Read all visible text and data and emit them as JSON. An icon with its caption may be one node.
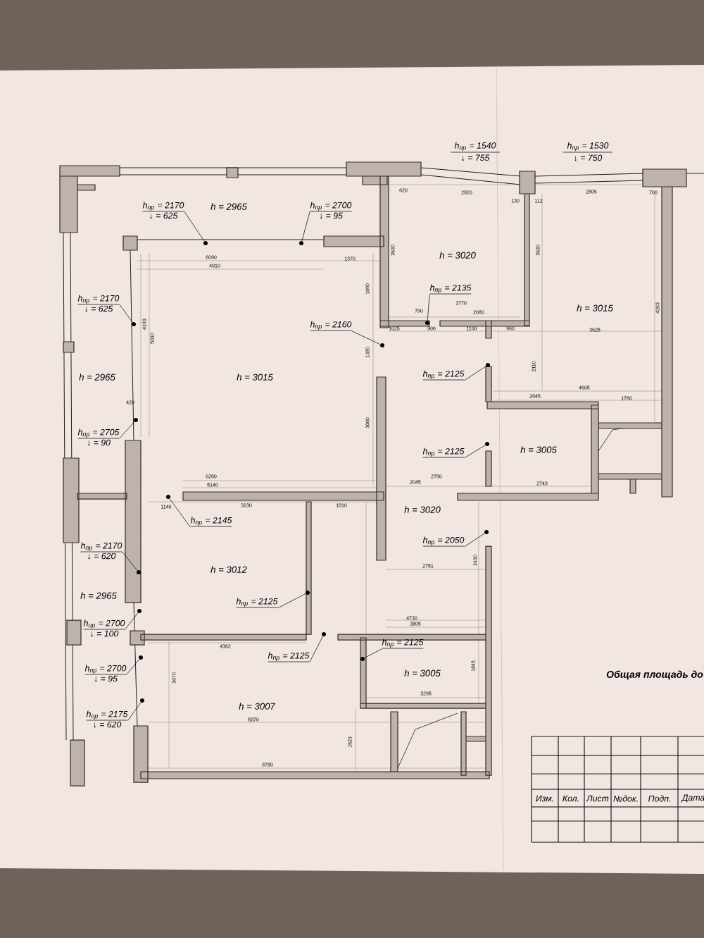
{
  "diagram": {
    "nodes": [
      {
        "text": [
          "h$_{пр}$ = 2170",
          "↓ = 625"
        ]
      },
      {
        "text": [
          "h$_{пр}$ = 2700",
          "↓ = 95"
        ]
      },
      {
        "text": [
          "h$_{пр}$ = 2170",
          "↓ = 625"
        ]
      },
      {
        "text": [
          "h$_{пр}$ = 2160"
        ]
      },
      {
        "text": [
          "h$_{пр}$ = 2135"
        ]
      },
      {
        "text": [
          "h$_{пр}$ = 2125"
        ]
      },
      {
        "text": [
          "h$_{пр}$ = 2705",
          "↓ = 90"
        ]
      },
      {
        "text": [
          "h$_{пр}$ = 2125"
        ]
      },
      {
        "text": [
          "h$_{пр}$ = 2145"
        ]
      },
      {
        "text": [
          "h$_{пр}$ = 2050"
        ]
      },
      {
        "text": [
          "h$_{пр}$ = 2170",
          "↓ = 620"
        ]
      },
      {
        "text": [
          "h$_{пр}$ = 2125"
        ]
      },
      {
        "text": [
          "h$_{пр}$ = 2700",
          "↓ = 100"
        ]
      },
      {
        "text": [
          "h$_{пр}$ = 2125"
        ]
      },
      {
        "text": [
          "h$_{пр}$ = 2125"
        ]
      },
      {
        "text": [
          "h$_{пр}$ = 2700",
          "↓ = 95"
        ]
      },
      {
        "text": [
          "h$_{пр}$ = 2175",
          "↓ = 620"
        ]
      },
      {
        "text": [],
        "shape": "circle"
      },
      {
        "text": [],
        "shape": "circle"
      },
      {
        "text": [],
        "shape": "circle"
      },
      {
        "text": [],
        "shape": "circle"
      },
      {
        "text": [],
        "shape": "circle"
      },
      {
        "text": [],
        "shape": "circle"
      },
      {
        "text": [],
        "shape": "circle"
      },
      {
        "text": [],
        "shape": "circle"
      },
      {
        "text": [],
        "shape": "circle"
      },
      {
        "text": [],
        "shape": "circle"
      },
      {
        "text": [],
        "shape": "circle"
      },
      {
        "text": [],
        "shape": "circle"
      },
      {
        "text": [],
        "shape": "circle"
      },
      {
        "text": [],
        "shape": "circle"
      },
      {
        "text": [],
        "shape": "circle"
      },
      {
        "text": [],
        "shape": "circle"
      },
      {
        "text": [],
        "shape": "circle"
      }
    ],
    "edges": [
      {
        "from": 0,
        "to": 17,
        "arrow": "none"
      },
      {
        "from": 1,
        "to": 18,
        "arrow": "none"
      },
      {
        "from": 2,
        "to": 19,
        "arrow": "none"
      },
      {
        "from": 3,
        "to": 20,
        "arrow": "none"
      },
      {
        "from": 4,
        "to": 21,
        "arrow": "none"
      },
      {
        "from": 5,
        "to": 22,
        "arrow": "none"
      },
      {
        "from": 6,
        "to": 23,
        "arrow": "none"
      },
      {
        "from": 7,
        "to": 24,
        "arrow": "none"
      },
      {
        "from": 8,
        "to": 25,
        "arrow": "none"
      },
      {
        "from": 9,
        "to": 26,
        "arrow": "none"
      },
      {
        "from": 10,
        "to": 27,
        "arrow": "none"
      },
      {
        "from": 11,
        "to": 28,
        "arrow": "none"
      },
      {
        "from": 12,
        "to": 29,
        "arrow": "none"
      },
      {
        "from": 13,
        "to": 30,
        "arrow": "none"
      },
      {
        "from": 14,
        "to": 31,
        "arrow": "none"
      },
      {
        "from": 15,
        "to": 32,
        "arrow": "none"
      },
      {
        "from": 16,
        "to": 33,
        "arrow": "none"
      }
    ],
    "labels": [
      "h$_{пр}$ = 1540",
      "↓ = 755",
      "h$_{пр}$ = 1530",
      "↓ = 750",
      "620",
      "2820",
      "130",
      "112",
      "2805",
      "700",
      "h = 2965",
      "h = 3020",
      "6090",
      "4910",
      "1370",
      "3530",
      "3630",
      "4263",
      "h = 3015",
      "2770",
      "790",
      "2080",
      "1025",
      "900",
      "1100",
      "960",
      "3625",
      "h = 2965",
      "h = 3015",
      "4193",
      "5010",
      "1890",
      "1390",
      "2110",
      "h = 3005",
      "4605",
      "2845",
      "1760",
      "420",
      "3080",
      "6280",
      "5140",
      "1140",
      "3230",
      "1810",
      "2780",
      "2045",
      "2743",
      "h = 3020",
      "h = 3012",
      "2751",
      "4730",
      "3805",
      "4362",
      "h = 3005",
      "3295",
      "h = 2965",
      "h = 3007",
      "5870",
      "6780",
      "3670",
      "1523",
      "1845",
      "2430",
      "Общая площадь до",
      "Изм.",
      "Кол.",
      "Лист",
      "№док.",
      "Подп.",
      "Дата"
    ]
  }
}
